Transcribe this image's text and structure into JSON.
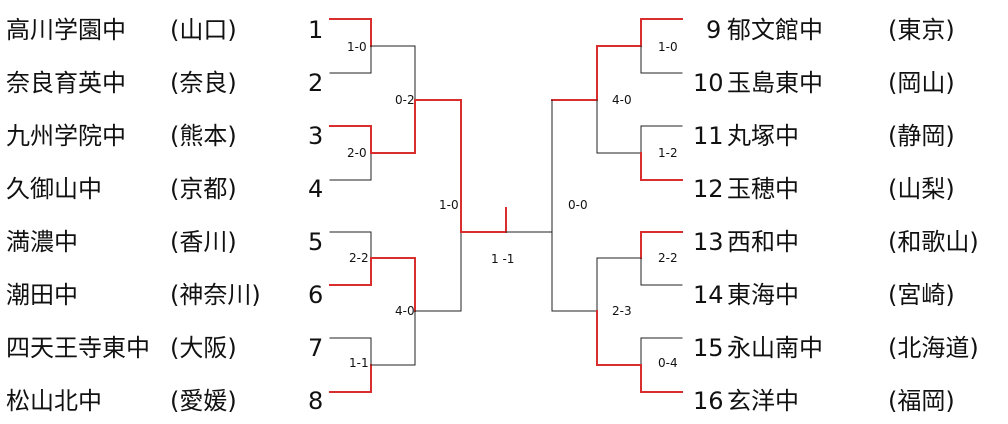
{
  "colors": {
    "winner_line": "#d92e2e",
    "loser_line": "#222222"
  },
  "left_teams": [
    {
      "seed": "1",
      "name": "高川学園中",
      "pref": "(山口)"
    },
    {
      "seed": "2",
      "name": "奈良育英中",
      "pref": "(奈良)"
    },
    {
      "seed": "3",
      "name": "九州学院中",
      "pref": "(熊本)"
    },
    {
      "seed": "4",
      "name": "久御山中",
      "pref": "(京都)"
    },
    {
      "seed": "5",
      "name": "満濃中",
      "pref": "(香川)"
    },
    {
      "seed": "6",
      "name": "潮田中",
      "pref": "(神奈川)"
    },
    {
      "seed": "7",
      "name": "四天王寺東中",
      "pref": "(大阪)"
    },
    {
      "seed": "8",
      "name": "松山北中",
      "pref": "(愛媛)"
    }
  ],
  "right_teams": [
    {
      "seed": "9",
      "name": "郁文館中",
      "pref": "(東京)"
    },
    {
      "seed": "10",
      "name": "玉島東中",
      "pref": "(岡山)"
    },
    {
      "seed": "11",
      "name": "丸塚中",
      "pref": "(静岡)"
    },
    {
      "seed": "12",
      "name": "玉穂中",
      "pref": "(山梨)"
    },
    {
      "seed": "13",
      "name": "西和中",
      "pref": "(和歌山)"
    },
    {
      "seed": "14",
      "name": "東海中",
      "pref": "(宮崎)"
    },
    {
      "seed": "15",
      "name": "永山南中",
      "pref": "(北海道)"
    },
    {
      "seed": "16",
      "name": "玄洋中",
      "pref": "(福岡)"
    }
  ],
  "scores": {
    "l_r1_a": "1-0",
    "l_r1_b": "2-0",
    "l_r1_c": "2-2",
    "l_r1_d": "1-1",
    "l_r2_a": "0-2",
    "l_r2_b": "4-0",
    "l_sf": "1-0",
    "final": "1 -1",
    "r_sf": "0-0",
    "r_r2_a": "4-0",
    "r_r2_b": "2-3",
    "r_r1_a": "1-0",
    "r_r1_b": "1-2",
    "r_r1_c": "2-2",
    "r_r1_d": "0-4"
  }
}
